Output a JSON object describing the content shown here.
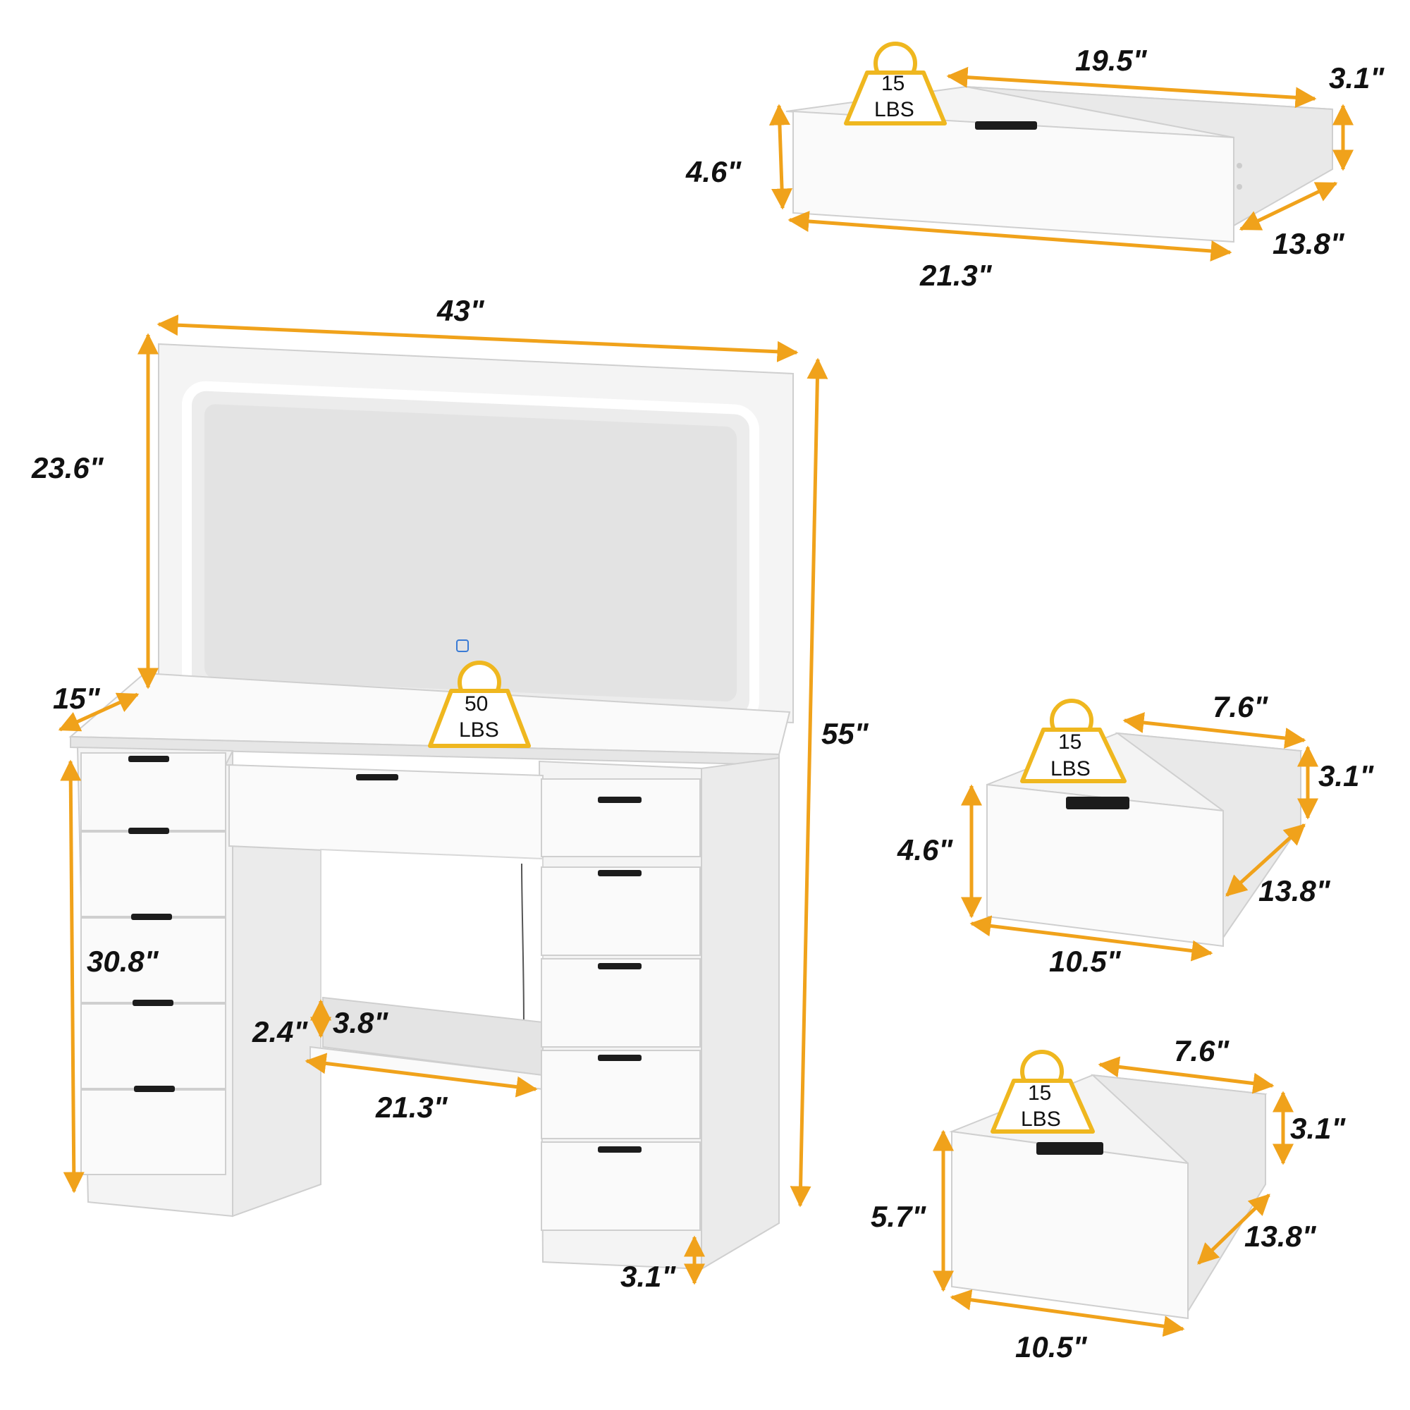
{
  "colors": {
    "arrow": "#f0a21b",
    "badge_outline": "#efb71f",
    "furniture": "#f4f4f4",
    "text": "#111111"
  },
  "vanity": {
    "width_top": "43\"",
    "mirror_height": "23.6\"",
    "depth": "15\"",
    "total_height": "55\"",
    "desk_height": "30.8\"",
    "shelf_depth": "3.8\"",
    "shelf_height": "2.4\"",
    "shelf_width": "21.3\"",
    "base_height": "3.1\"",
    "load": {
      "value": "50",
      "unit": "LBS"
    }
  },
  "drawer_large": {
    "front_width": "21.3\"",
    "inner_width": "19.5\"",
    "front_height": "4.6\"",
    "inner_height": "3.1\"",
    "depth": "13.8\"",
    "load": {
      "value": "15",
      "unit": "LBS"
    }
  },
  "drawer_small": {
    "front_width": "10.5\"",
    "inner_width": "7.6\"",
    "front_height": "4.6\"",
    "inner_height": "3.1\"",
    "depth": "13.8\"",
    "load": {
      "value": "15",
      "unit": "LBS"
    }
  },
  "drawer_deep": {
    "front_width": "10.5\"",
    "inner_width": "7.6\"",
    "front_height": "5.7\"",
    "inner_height": "3.1\"",
    "depth": "13.8\"",
    "load": {
      "value": "15",
      "unit": "LBS"
    }
  }
}
